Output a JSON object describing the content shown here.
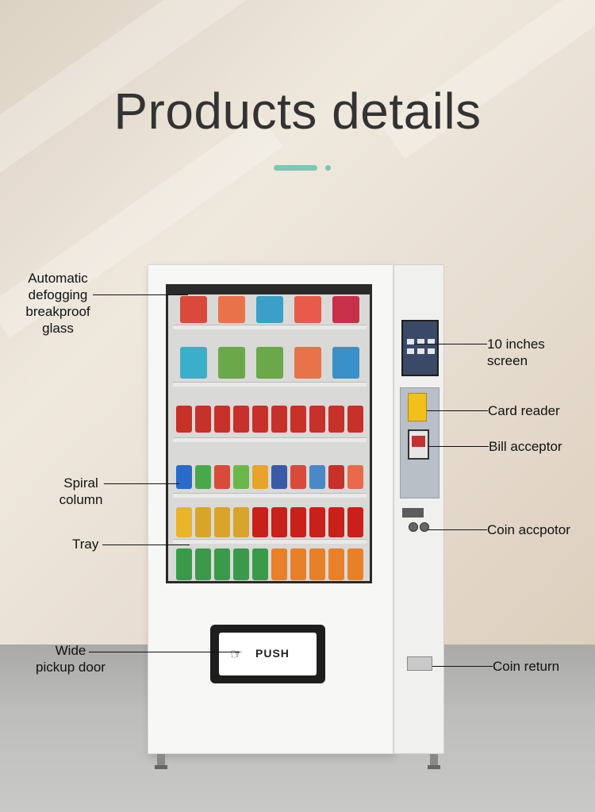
{
  "title": "Products details",
  "colors": {
    "accent": "#7cc7b5",
    "text": "#333333"
  },
  "pickup_door": {
    "icon": "hand-icon",
    "label": "PUSH"
  },
  "callouts": {
    "glass": [
      "Automatic",
      "defogging",
      "breakproof",
      "glass"
    ],
    "spiral": [
      "Spiral",
      "column"
    ],
    "tray": [
      "Tray"
    ],
    "pickup": [
      "Wide",
      "pickup door"
    ],
    "screen": [
      "10 inches",
      "screen"
    ],
    "card": [
      "Card reader"
    ],
    "bill": [
      "Bill acceptor"
    ],
    "coin": [
      "Coin accpotor"
    ],
    "coin_return": [
      "Coin return"
    ]
  }
}
